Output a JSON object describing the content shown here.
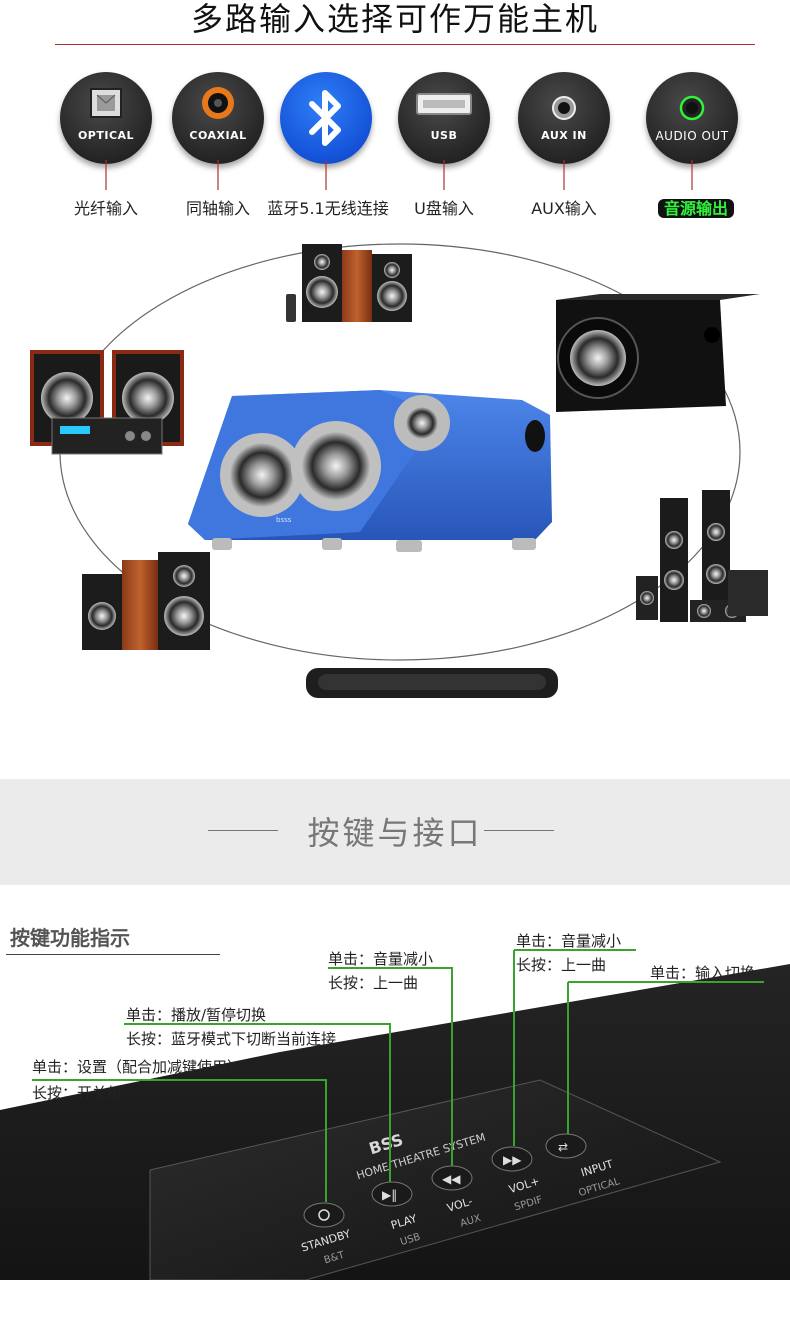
{
  "header": {
    "title": "多路输入选择可作万能主机"
  },
  "ports": [
    {
      "label": "OPTICAL",
      "caption": "光纤输入",
      "icon": "optical-port-icon"
    },
    {
      "label": "COAXIAL",
      "caption": "同轴输入",
      "icon": "coaxial-port-icon"
    },
    {
      "label": "",
      "caption": "蓝牙5.1无线连接",
      "icon": "bluetooth-icon"
    },
    {
      "label": "USB",
      "caption": "U盘输入",
      "icon": "usb-port-icon"
    },
    {
      "label": "AUX IN",
      "caption": "AUX输入",
      "icon": "aux-in-port-icon"
    },
    {
      "label": "AUDIO OUT",
      "caption": "音源输出",
      "icon": "audio-out-port-icon"
    }
  ],
  "center_device": {
    "logo": "bsss"
  },
  "section2": {
    "title": "按键与接口"
  },
  "keys": {
    "heading": "按键功能指示",
    "notes": [
      {
        "line1": "单击：设置（配合加减键使用）",
        "line2": "长按：开关机"
      },
      {
        "line1": "单击：播放/暂停切换",
        "line2": "长按：蓝牙模式下切断当前连接"
      },
      {
        "line1": "单击：音量减小",
        "line2": "长按：上一曲"
      },
      {
        "line1": "单击：音量减小",
        "line2": "长按：上一曲"
      },
      {
        "line1": "单击：输入切换",
        "line2": ""
      }
    ]
  },
  "panel": {
    "brand": "BSS",
    "subtitle": "HOME THEATRE SYSTEM",
    "buttons": [
      {
        "label": "STANDBY",
        "sub": "B&T"
      },
      {
        "label": "PLAY",
        "sub": "USB"
      },
      {
        "label": "VOL-",
        "sub": "AUX"
      },
      {
        "label": "VOL+",
        "sub": "SPDIF"
      },
      {
        "label": "INPUT",
        "sub": "OPTICAL"
      }
    ]
  },
  "colors": {
    "accent_line": "#b03030",
    "callout": "#3aa22e",
    "bt_blue": "#1a5fe0",
    "speaker_blue": "#3b6fd4",
    "audio_out_green": "#2ff23a"
  }
}
